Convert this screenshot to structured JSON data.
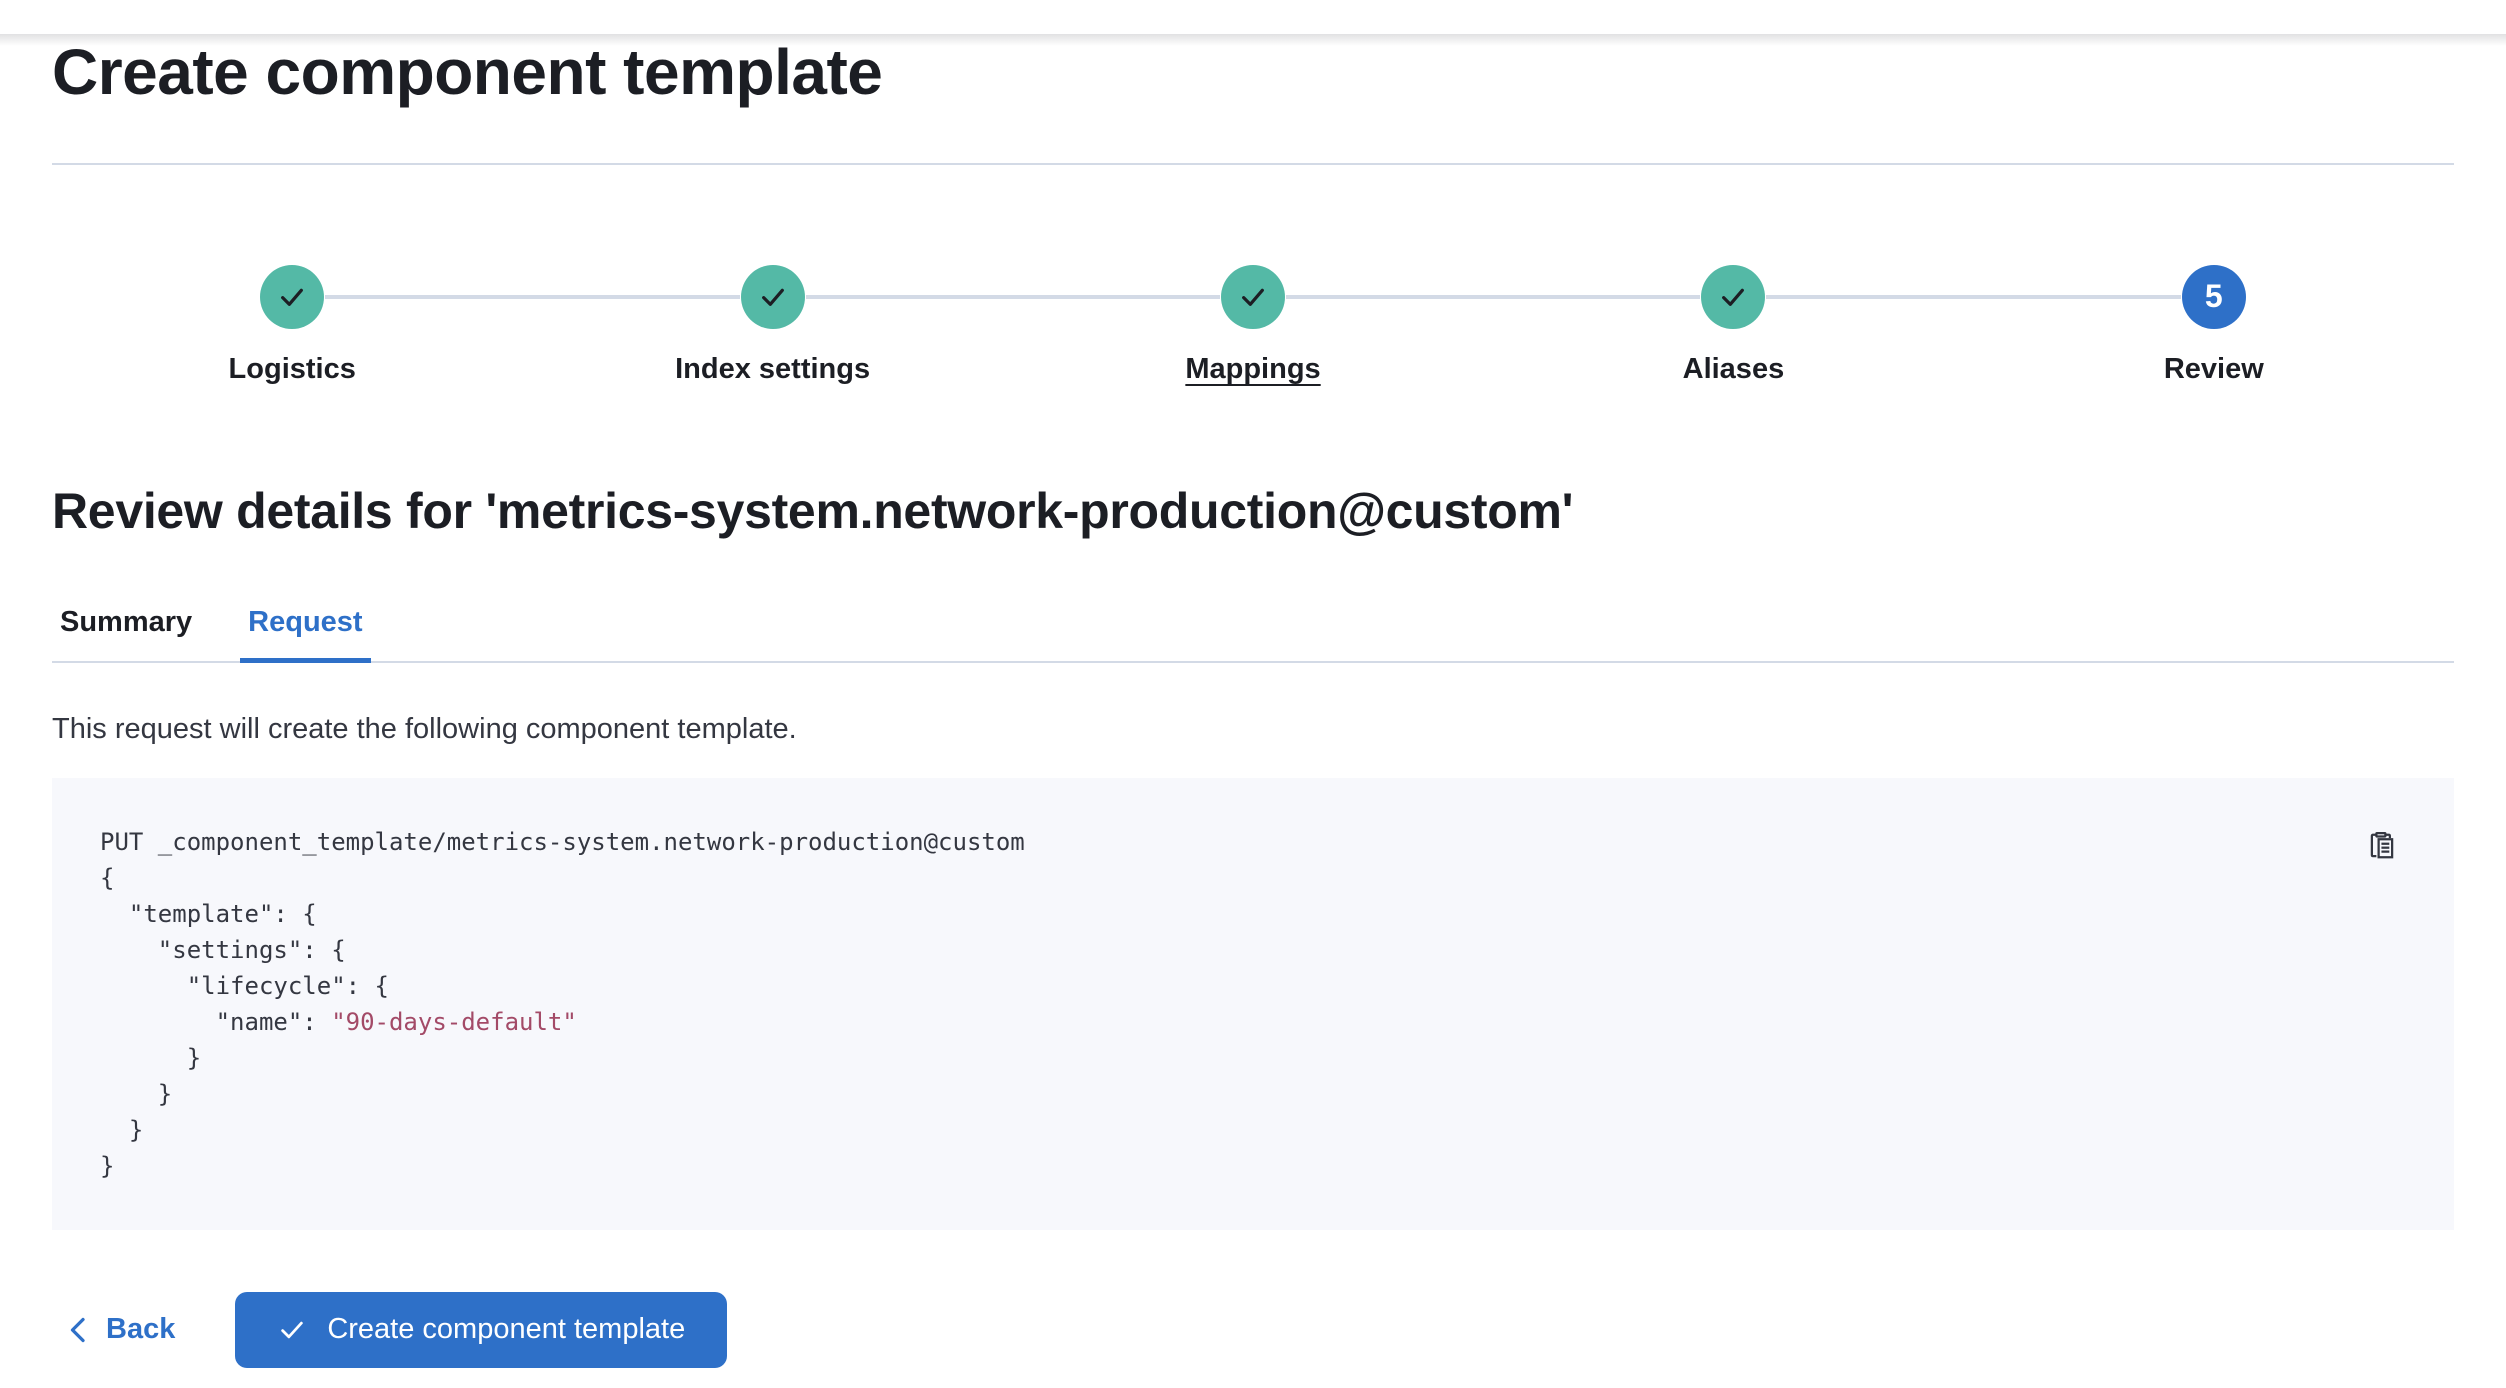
{
  "page": {
    "title": "Create component template"
  },
  "stepper": {
    "steps": [
      {
        "label": "Logistics",
        "status": "complete"
      },
      {
        "label": "Index settings",
        "status": "complete"
      },
      {
        "label": "Mappings",
        "status": "complete",
        "underlined": true
      },
      {
        "label": "Aliases",
        "status": "complete"
      },
      {
        "label": "Review",
        "status": "current",
        "number": "5"
      }
    ]
  },
  "review": {
    "heading": "Review details for 'metrics-system.network-production@custom'",
    "tabs": [
      {
        "label": "Summary",
        "active": false
      },
      {
        "label": "Request",
        "active": true
      }
    ],
    "description": "This request will create the following component template."
  },
  "request": {
    "copy_icon": "copy-clipboard-icon",
    "code_lines": [
      {
        "text": "PUT _component_template/metrics-system.network-production@custom"
      },
      {
        "text": "{"
      },
      {
        "text": "  \"template\": {"
      },
      {
        "text": "    \"settings\": {"
      },
      {
        "text": "      \"lifecycle\": {"
      },
      {
        "key": "        \"name\": ",
        "value": "\"90-days-default\""
      },
      {
        "text": "      }"
      },
      {
        "text": "    }"
      },
      {
        "text": "  }"
      },
      {
        "text": "}"
      }
    ]
  },
  "footer": {
    "back_label": "Back",
    "submit_label": "Create component template"
  },
  "colors": {
    "primary_blue": "#2E70C8",
    "success_teal": "#54B9A6",
    "border_gray": "#D3DAE6",
    "text_dark": "#1C1E24",
    "text_body": "#343741",
    "code_background": "#F7F8FC",
    "code_string": "#A34A67"
  }
}
